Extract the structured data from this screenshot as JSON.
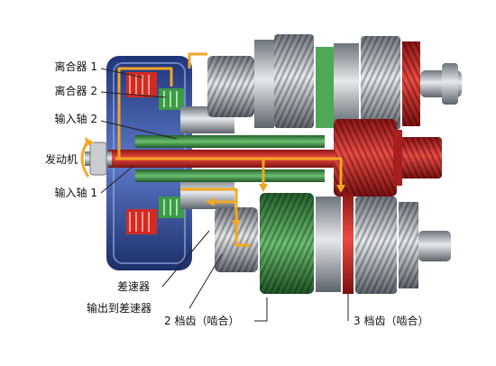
{
  "labels": {
    "clutch1": "离合器 1",
    "clutch2": "离合器 2",
    "input_shaft2": "输入轴 2",
    "engine": "发动机",
    "input_shaft1": "输入轴 1",
    "differential": "差速器",
    "output_to_diff": "输出到差速器",
    "gear2": "2 档齿（啮合）",
    "gear3": "3 档齿（啮合）"
  },
  "colors": {
    "clutch1_path": "#e03020",
    "clutch2_path": "#3aa040",
    "power_flow": "#f5a623",
    "housing": "#2f4fa0",
    "gear3_red": "#cc2a2a",
    "gear2_green": "#3f9a4a",
    "steel": "#9aa0a8"
  }
}
